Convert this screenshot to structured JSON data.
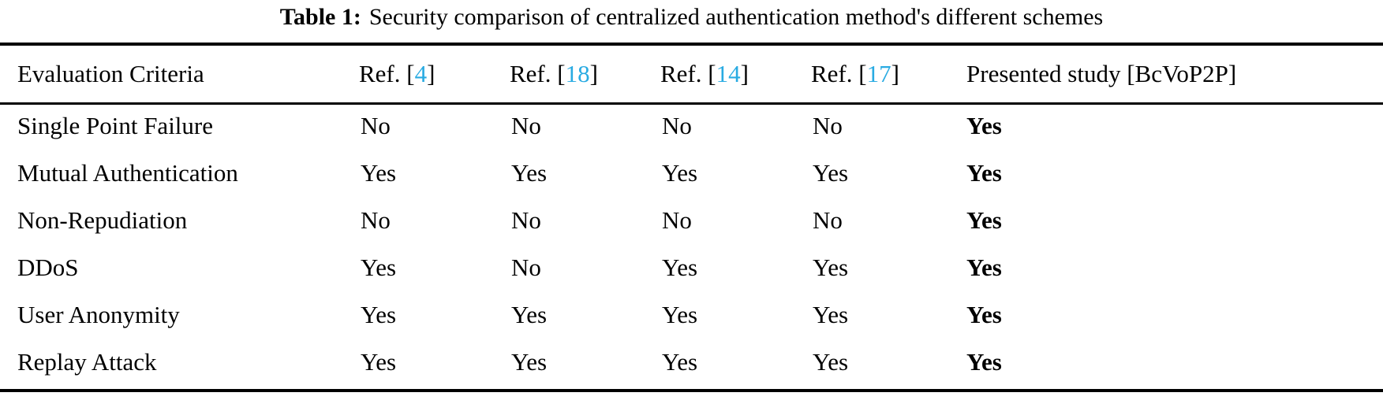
{
  "caption": {
    "label": "Table 1:",
    "text": "Security comparison of centralized authentication method's different schemes"
  },
  "colors": {
    "reference_number": "#29abe2",
    "text": "#000000",
    "background": "#ffffff",
    "rule": "#000000"
  },
  "table": {
    "headers": {
      "criteria": "Evaluation Criteria",
      "refs": [
        {
          "label": "Ref.",
          "open": "[",
          "number": "4",
          "close": "]"
        },
        {
          "label": "Ref.",
          "open": "[",
          "number": "18",
          "close": "]"
        },
        {
          "label": "Ref.",
          "open": "[",
          "number": "14",
          "close": "]"
        },
        {
          "label": "Ref.",
          "open": "[",
          "number": "17",
          "close": "]"
        }
      ],
      "study": "Presented study [BcVoP2P]"
    },
    "rows": [
      {
        "criteria": "Single Point Failure",
        "ref4": "No",
        "ref18": "No",
        "ref14": "No",
        "ref17": "No",
        "study": "Yes"
      },
      {
        "criteria": "Mutual Authentication",
        "ref4": "Yes",
        "ref18": "Yes",
        "ref14": "Yes",
        "ref17": "Yes",
        "study": "Yes"
      },
      {
        "criteria": "Non-Repudiation",
        "ref4": "No",
        "ref18": "No",
        "ref14": "No",
        "ref17": "No",
        "study": "Yes"
      },
      {
        "criteria": "DDoS",
        "ref4": "Yes",
        "ref18": "No",
        "ref14": "Yes",
        "ref17": "Yes",
        "study": "Yes"
      },
      {
        "criteria": "User Anonymity",
        "ref4": "Yes",
        "ref18": "Yes",
        "ref14": "Yes",
        "ref17": "Yes",
        "study": "Yes"
      },
      {
        "criteria": "Replay Attack",
        "ref4": "Yes",
        "ref18": "Yes",
        "ref14": "Yes",
        "ref17": "Yes",
        "study": "Yes"
      }
    ]
  }
}
